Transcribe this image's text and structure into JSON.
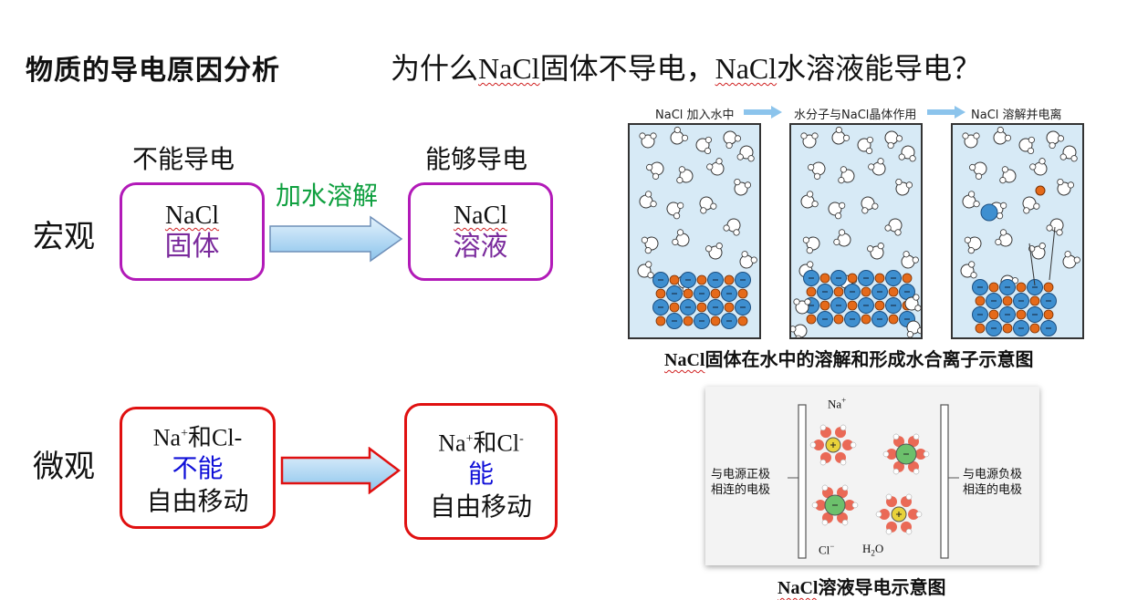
{
  "header": {
    "left_title": "物质的导电原因分析",
    "question_pre": "为什么",
    "question_nacl1": "NaCl",
    "question_mid": "固体不导电，",
    "question_nacl2": "NaCl",
    "question_post": "水溶液能导电？"
  },
  "macro": {
    "row_label": "宏观",
    "left_head": "不能导电",
    "right_head": "能够导电",
    "arrow_label": "加水溶解",
    "left_box": {
      "line1": "NaCl",
      "line2": "固体"
    },
    "right_box": {
      "line1": "NaCl",
      "line2": "溶液"
    }
  },
  "micro": {
    "row_label": "微观",
    "left_box": {
      "ion_na": "Na",
      "sup_plus": "+",
      "he": "和",
      "ion_cl": "Cl",
      "sup_minus": "-",
      "line2": "不能",
      "line3": "自由移动"
    },
    "right_box": {
      "ion_na": "Na",
      "sup_plus": "+",
      "he": "和",
      "ion_cl": "Cl",
      "sup_minus": "-",
      "line2": "能",
      "line3": "自由移动"
    }
  },
  "diagram1": {
    "step1": "NaCl 加入水中",
    "step2": "水分子与NaCl晶体作用",
    "step3": "NaCl 溶解并电离",
    "caption_nacl": "NaCl",
    "caption_rest": "固体在水中的溶解和形成水合离子示意图"
  },
  "diagram2": {
    "label_na": "Na",
    "label_na_sup": "+",
    "label_cl": "Cl",
    "label_cl_sup": "−",
    "label_h2o_h": "H",
    "label_h2o_sub": "2",
    "label_h2o_o": "O",
    "left_electrode": [
      "与电源正极",
      "相连的电极"
    ],
    "right_electrode": [
      "与电源负极",
      "相连的电极"
    ],
    "caption_nacl": "NaCl",
    "caption_rest": "溶液导电示意图"
  },
  "colors": {
    "purple_border": "#b21ab8",
    "red_border": "#e01010",
    "purple_text": "#7a2a9c",
    "blue_text": "#1010d8",
    "green_text": "#10a040",
    "arrow_fill": "#a9d4f2"
  }
}
